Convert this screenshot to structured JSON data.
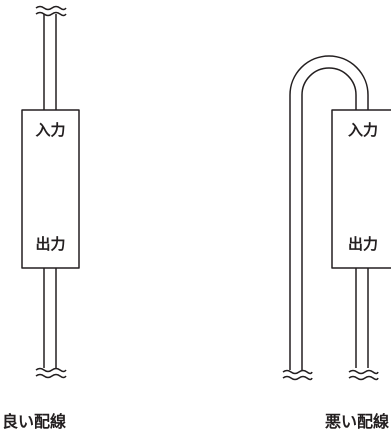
{
  "left_panel": {
    "box_top_label": "入力",
    "box_bottom_label": "出力",
    "caption": "良い配線"
  },
  "right_panel": {
    "box_top_label": "入力",
    "box_bottom_label": "出力",
    "caption": "悪い配線"
  },
  "colors": {
    "line": "#231f20",
    "background": "#ffffff"
  }
}
